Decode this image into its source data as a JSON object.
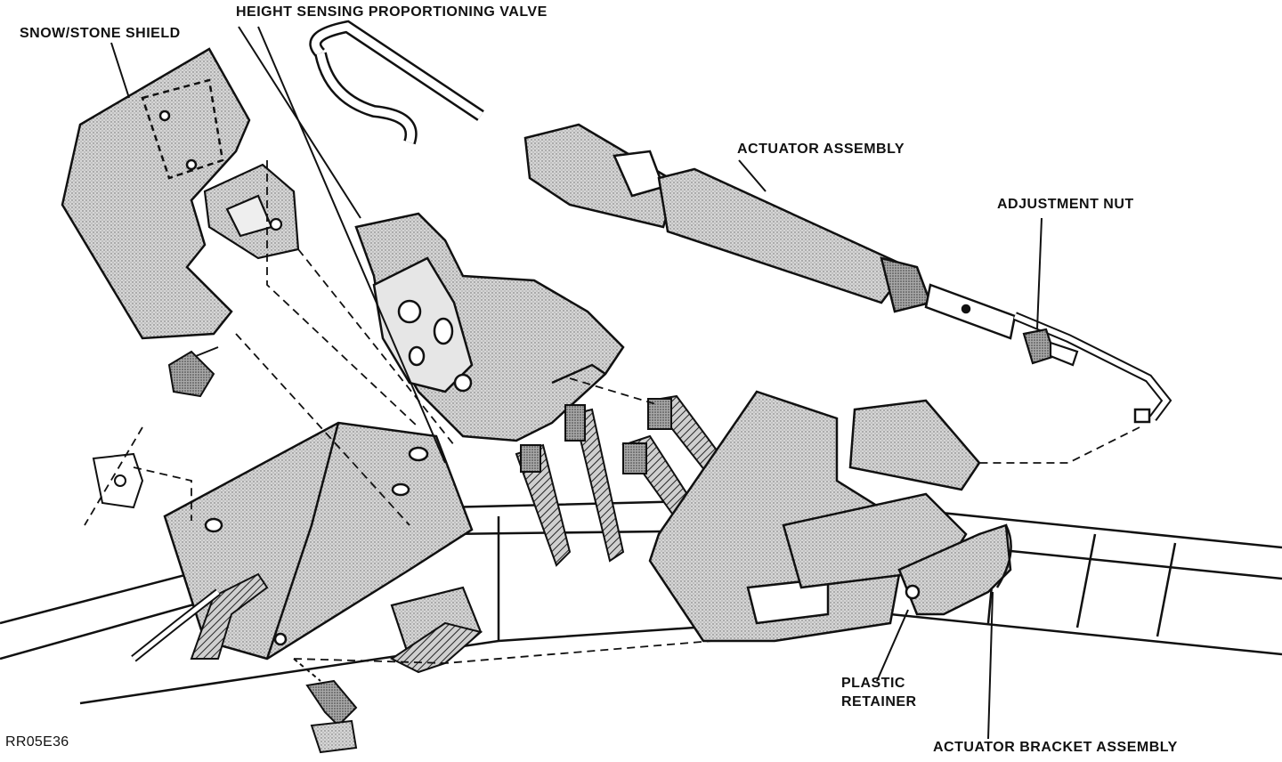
{
  "figure_code": "RR05E36",
  "labels": {
    "snow_stone_shield": "SNOW/STONE SHIELD",
    "height_sensing_valve": "HEIGHT SENSING PROPORTIONING VALVE",
    "actuator_assembly": "ACTUATOR ASSEMBLY",
    "adjustment_nut": "ADJUSTMENT NUT",
    "plastic_retainer_line1": "PLASTIC",
    "plastic_retainer_line2": "RETAINER",
    "actuator_bracket_assembly": "ACTUATOR BRACKET ASSEMBLY"
  },
  "colors": {
    "ink": "#111111",
    "shade": "#bdbdbd",
    "shade_dark": "#8c8c8c",
    "paper": "#ffffff"
  }
}
